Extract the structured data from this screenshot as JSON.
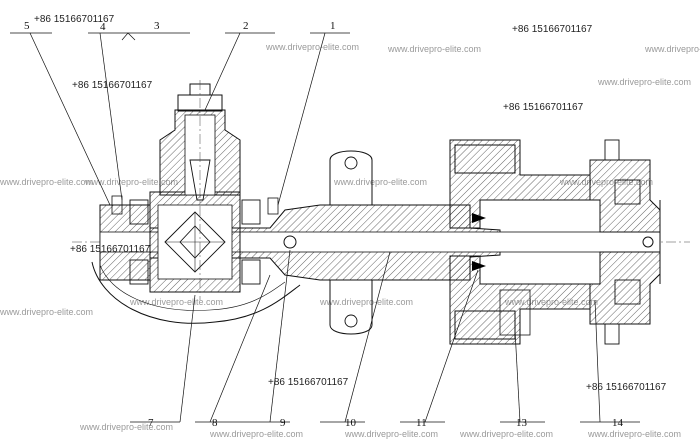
{
  "part_numbers": {
    "p1": "1",
    "p2": "2",
    "p3": "3",
    "p4": "4",
    "p5": "5",
    "p7": "7",
    "p8": "8",
    "p9": "9",
    "p10": "10",
    "p11": "11",
    "p13": "13",
    "p14": "14"
  },
  "contact": {
    "phone": "+86 15166701167"
  },
  "watermark": {
    "text": "www.drivepro-elite.com"
  }
}
